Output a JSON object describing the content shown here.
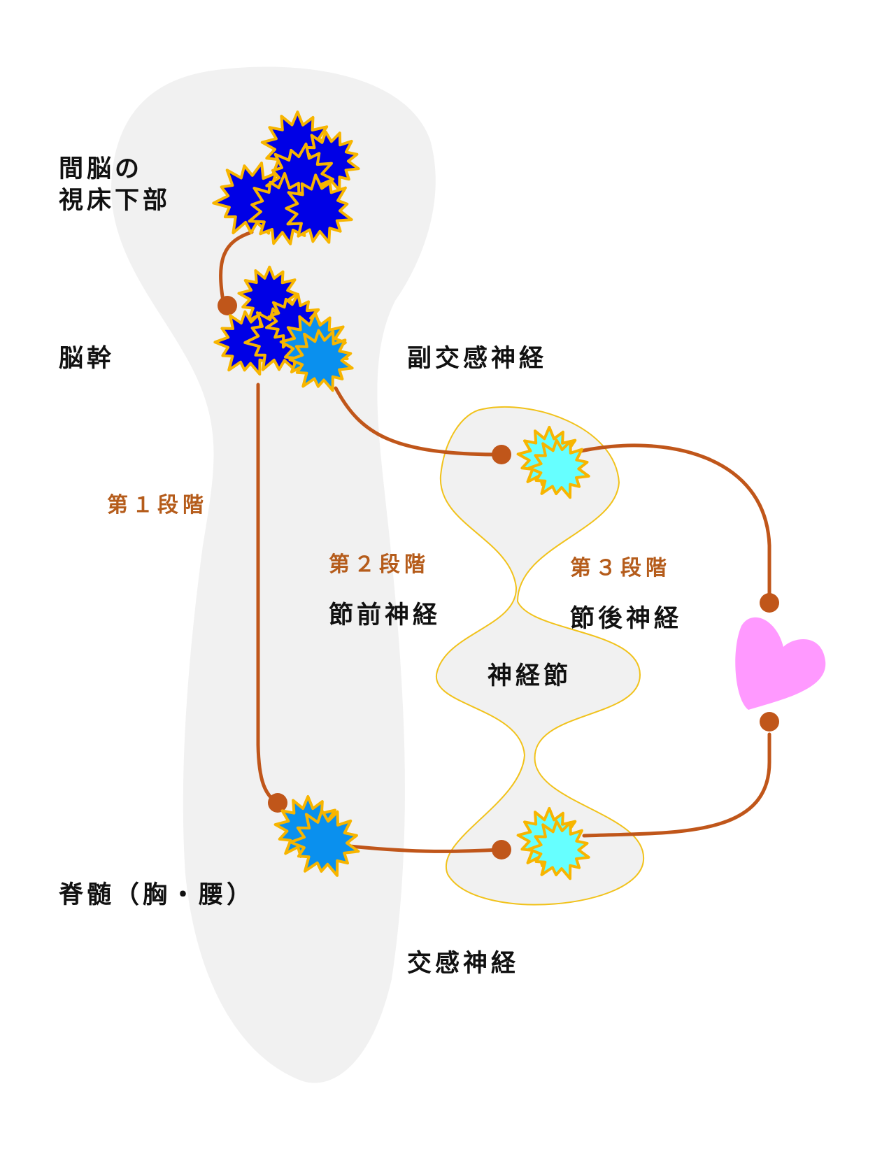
{
  "colors": {
    "background": "#ffffff",
    "body_region": "#f1f1f1",
    "ganglion_outline": "#f1c21b",
    "nerve_fiber": "#c0561a",
    "neuron_outline": "#f7b500",
    "neuron_hypothalamus": "#0000e6",
    "neuron_brainstem": "#0000e6",
    "neuron_parasympathetic_pre": "#0a90ee",
    "neuron_spinal": "#0a90ee",
    "neuron_postganglionic": "#66ffff",
    "heart": "#ff99ff",
    "label_text": "#111111",
    "stage_text": "#b55c1b"
  },
  "labels": {
    "hypothalamus_line1": "間脳の",
    "hypothalamus_line2": "視床下部",
    "brainstem": "脳幹",
    "parasympathetic": "副交感神経",
    "stage1": "第１段階",
    "stage2": "第２段階",
    "stage3": "第３段階",
    "preganglionic": "節前神経",
    "postganglionic": "節後神経",
    "ganglion": "神経節",
    "spinal_cord": "脊髄（胸・腰）",
    "sympathetic": "交感神経"
  },
  "icons": {
    "neuron": "spiky-starburst-icon",
    "synapse": "dot-icon",
    "heart": "heart-icon"
  }
}
